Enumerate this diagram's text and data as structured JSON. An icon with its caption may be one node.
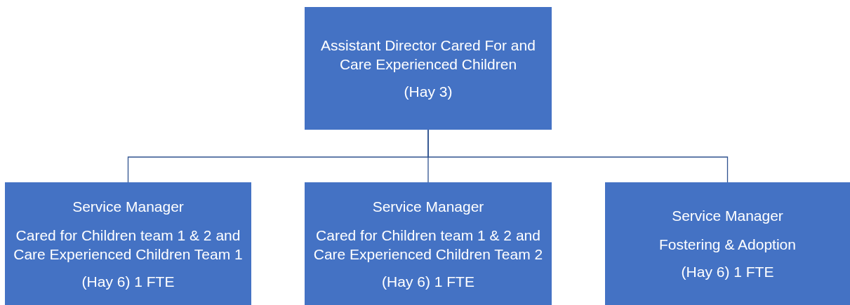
{
  "diagram": {
    "nodes": [
      {
        "text": [
          "Assistant Director Cared For and Care Experienced Children",
          "(Hay 3)"
        ]
      },
      {
        "text": [
          "Service Manager",
          "Cared for Children team 1 & 2 and Care Experienced Children Team 1",
          "(Hay 6) 1 FTE"
        ]
      },
      {
        "text": [
          "Service Manager",
          "Cared for Children team 1 & 2 and Care Experienced Children Team 2",
          "(Hay 6) 1 FTE"
        ]
      },
      {
        "text": [
          "Service Manager",
          "Fostering & Adoption",
          "(Hay 6) 1 FTE"
        ]
      }
    ],
    "edges": [
      {
        "from": 0,
        "to": 1,
        "arrow": "none"
      },
      {
        "from": 0,
        "to": 2,
        "arrow": "none"
      },
      {
        "from": 0,
        "to": 3,
        "arrow": "none"
      }
    ]
  }
}
